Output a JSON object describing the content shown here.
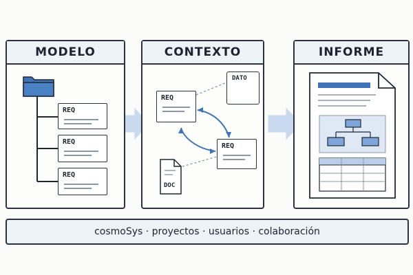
{
  "panels": {
    "modelo": {
      "title": "MODELO",
      "items": [
        "REQ",
        "REQ",
        "REQ"
      ]
    },
    "contexto": {
      "title": "CONTEXTO",
      "req_a": "REQ",
      "req_b": "REQ",
      "data": "DATO",
      "doc": "DOC"
    },
    "informe": {
      "title": "INFORME"
    }
  },
  "footer": {
    "text": "cosmoSys · proyectos · usuarios · colaboración"
  },
  "colors": {
    "accent": "#3f73b8",
    "light": "#dfe9f5",
    "border": "#2a3140",
    "arrow": "#c9d9ee"
  },
  "icons": [
    "folder-icon",
    "database-icon",
    "document-icon",
    "report-icon"
  ]
}
